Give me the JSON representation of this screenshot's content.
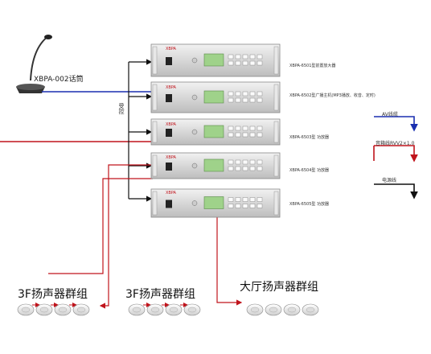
{
  "microphone": {
    "label": "XBPA-002话筒"
  },
  "vertical_label": "受控",
  "devices": [
    {
      "id": "d1",
      "brand": "XBPA",
      "model_label": "XBPA-6501型前置放大器"
    },
    {
      "id": "d2",
      "brand": "XBPA",
      "model_label": "XBPA-6502型广播主机(MP3播放、收音、定时)"
    },
    {
      "id": "d3",
      "brand": "XBPA",
      "model_label": "XBPA-6503型 功放器"
    },
    {
      "id": "d4",
      "brand": "XBPA",
      "model_label": "XBPA-6504型 功放器"
    },
    {
      "id": "d5",
      "brand": "XBPA",
      "model_label": "XBPA-6505型 功放器"
    }
  ],
  "legend": {
    "items": [
      {
        "label": "AV线缆",
        "color": "#1a2fb0"
      },
      {
        "label": "音箱线RVV2×1.0",
        "color": "#c0141c"
      },
      {
        "label": "电源线",
        "color": "#111111"
      }
    ]
  },
  "zones": [
    {
      "label": "3F扬声器群组"
    },
    {
      "label": "3F扬声器群组"
    },
    {
      "label": "大厅扬声器群组"
    }
  ],
  "colors": {
    "av": "#1a2fb0",
    "speaker": "#c0141c",
    "power": "#111111"
  }
}
